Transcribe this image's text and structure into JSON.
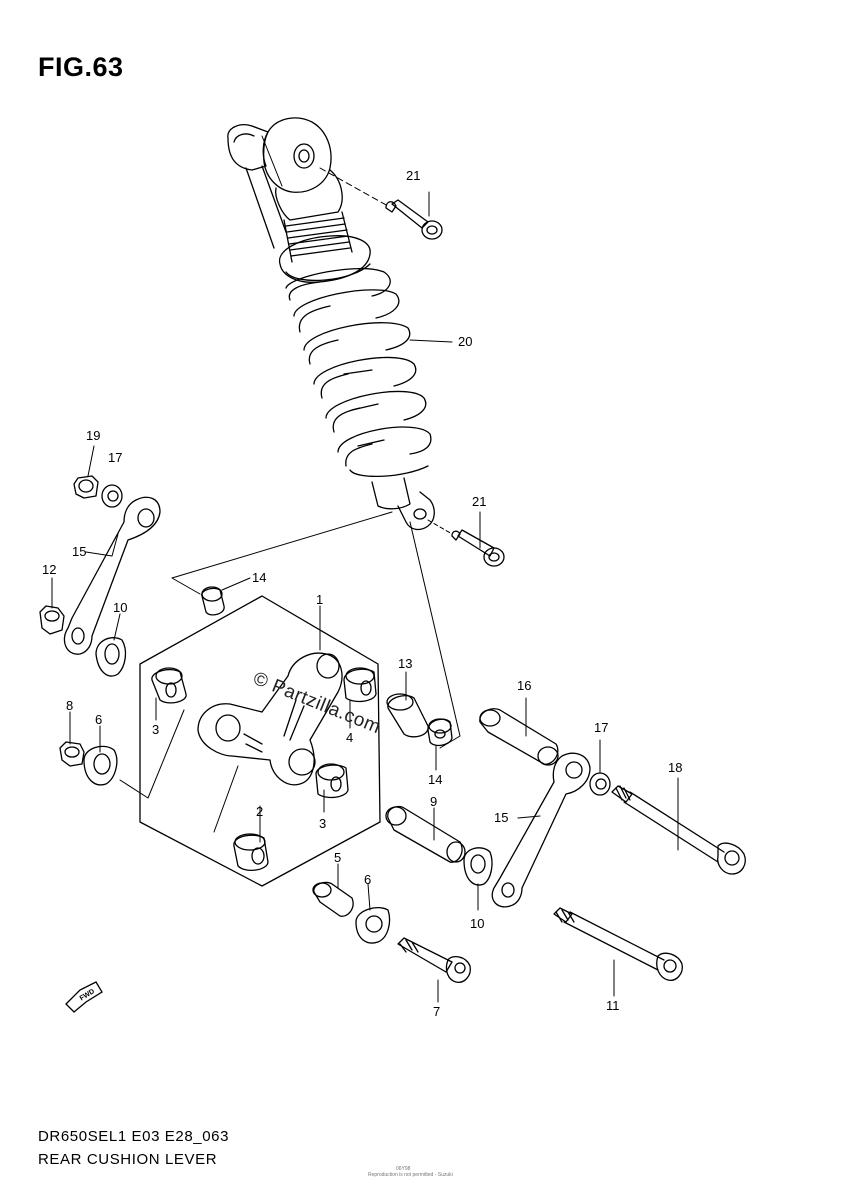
{
  "figure": {
    "title": "FIG.63",
    "model_code": "DR650SEL1 E03 E28_063",
    "assembly_name": "REAR CUSHION LEVER"
  },
  "watermark": "© Partzilla.com",
  "fwd_icon": "fwd-arrow-icon",
  "callouts": {
    "c1": "1",
    "c2": "2",
    "c3a": "3",
    "c3b": "3",
    "c4": "4",
    "c5": "5",
    "c6a": "6",
    "c6b": "6",
    "c7": "7",
    "c8": "8",
    "c9": "9",
    "c10a": "10",
    "c10b": "10",
    "c11": "11",
    "c12": "12",
    "c13": "13",
    "c14a": "14",
    "c14b": "14",
    "c15a": "15",
    "c15b": "15",
    "c16": "16",
    "c17a": "17",
    "c17b": "17",
    "c18": "18",
    "c19": "19",
    "c20": "20",
    "c21a": "21",
    "c21b": "21"
  },
  "fine_print": [
    "06Y98",
    "Reproduction is not permitted - Suzuki"
  ]
}
